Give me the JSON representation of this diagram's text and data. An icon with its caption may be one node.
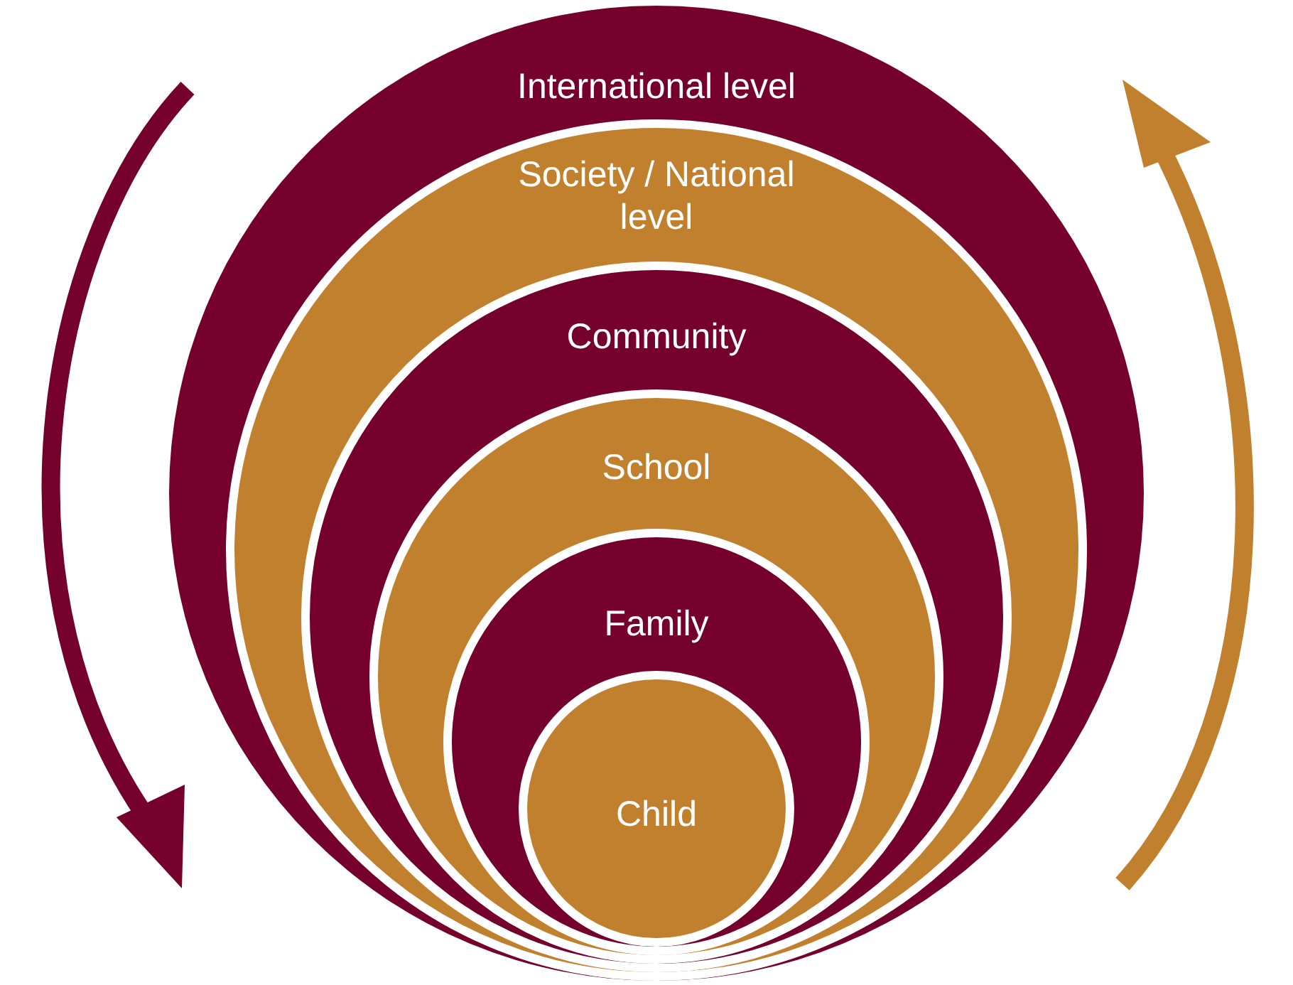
{
  "diagram": {
    "nodes": [
      {
        "text": [
          "International level"
        ]
      },
      {
        "text": [
          "Society / National level"
        ],
        "in": 0
      },
      {
        "text": [
          "Community"
        ],
        "in": 1
      },
      {
        "text": [
          "School"
        ],
        "in": 2
      },
      {
        "text": [
          "Family"
        ],
        "in": 3
      },
      {
        "text": [
          "Child"
        ],
        "in": 4
      }
    ]
  }
}
